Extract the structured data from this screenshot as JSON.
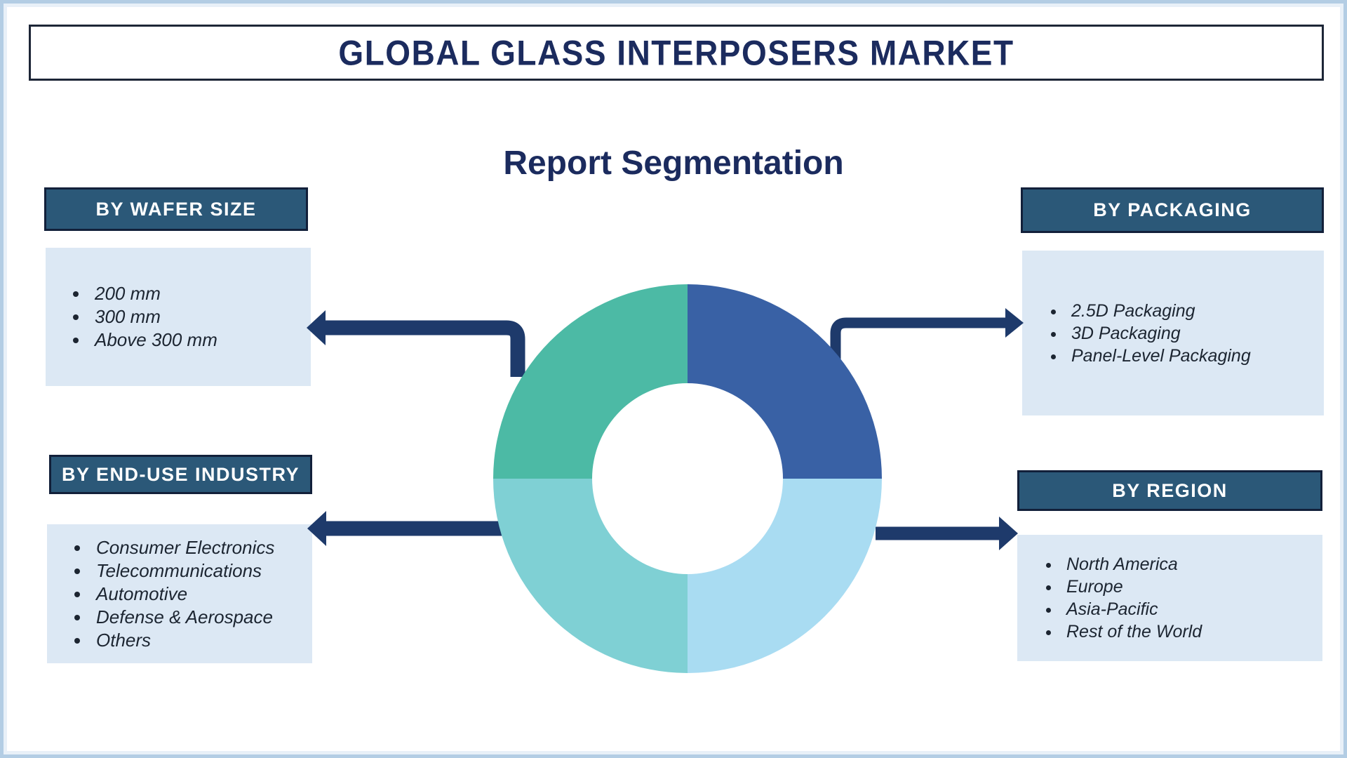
{
  "page": {
    "title": "GLOBAL GLASS INTERPOSERS MARKET",
    "subtitle": "Report Segmentation"
  },
  "segments": {
    "wafer_size": {
      "label": "BY WAFER SIZE",
      "items": [
        "200 mm",
        "300 mm",
        "Above 300 mm"
      ]
    },
    "end_use": {
      "label": "BY END-USE INDUSTRY",
      "items": [
        "Consumer Electronics",
        "Telecommunications",
        "Automotive",
        "Defense & Aerospace",
        "Others"
      ]
    },
    "packaging": {
      "label": "BY PACKAGING",
      "items": [
        "2.5D Packaging",
        "3D Packaging",
        "Panel-Level Packaging"
      ]
    },
    "region": {
      "label": "BY REGION",
      "items": [
        "North America",
        "Europe",
        "Asia-Pacific",
        "Rest of the World"
      ]
    }
  },
  "chart_data": {
    "type": "pie",
    "donut": true,
    "title": "Report Segmentation",
    "categories": [
      "By Packaging",
      "By Region",
      "By End-Use Industry",
      "By Wafer Size"
    ],
    "values": [
      25,
      25,
      25,
      25
    ],
    "colors": [
      "#3961a5",
      "#a9dcf2",
      "#7fd0d4",
      "#4cbaa5"
    ],
    "legend_position": "none"
  },
  "theme": {
    "colors": {
      "navy_arrow": "#1e3a6b",
      "header_bg": "#2b5878",
      "header_border": "#12203a",
      "header_text": "#ffffff",
      "panel_bg": "#dce8f4",
      "item_text": "#1c2531",
      "title_text": "#1b2b5e",
      "frame_border": "#b3cde4",
      "background": "#ffffff"
    }
  }
}
